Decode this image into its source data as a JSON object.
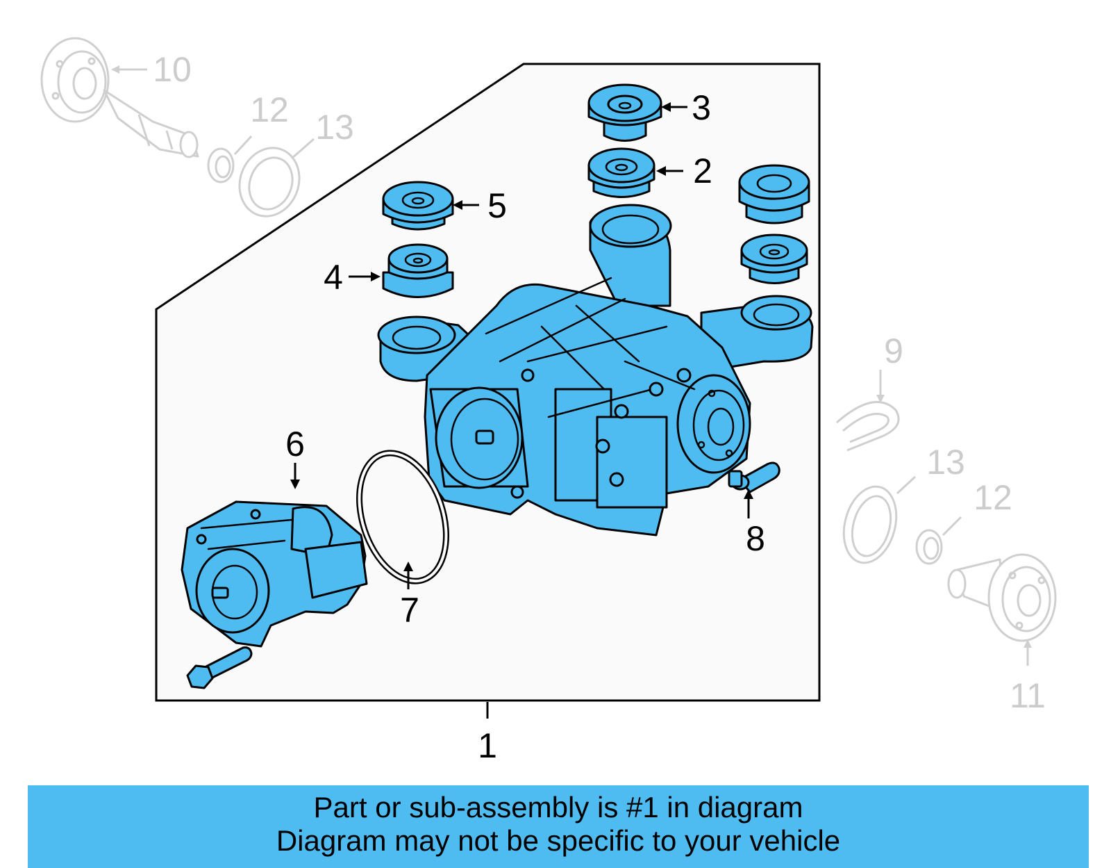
{
  "diagram": {
    "callouts": {
      "c1": "1",
      "c2": "2",
      "c3": "3",
      "c4": "4",
      "c5": "5",
      "c6": "6",
      "c7": "7",
      "c8": "8",
      "c9": "9",
      "c10": "10",
      "c11": "11",
      "c12a": "12",
      "c12b": "12",
      "c13a": "13",
      "c13b": "13"
    },
    "colors": {
      "highlight": "#4fbcf1",
      "outline": "#000000",
      "ghost": "#cccccc"
    }
  },
  "banner": {
    "line1": "Part or sub-assembly is #1 in diagram",
    "line2": "Diagram may not be specific to your vehicle"
  }
}
